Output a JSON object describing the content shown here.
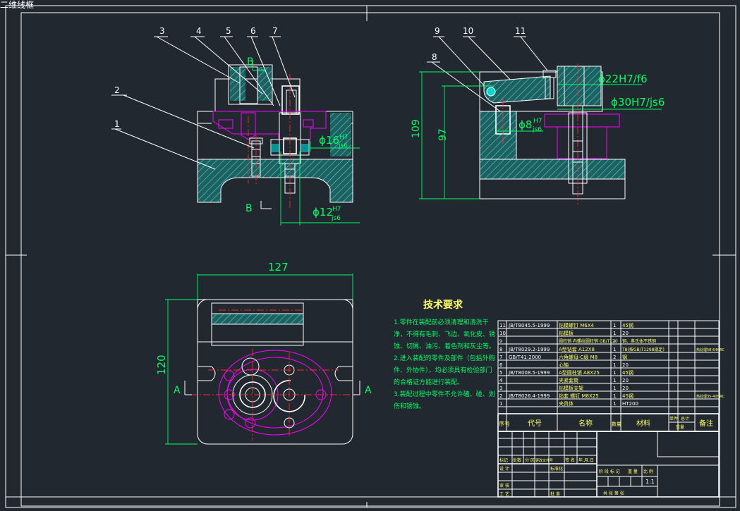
{
  "viewport_label": "二维线框",
  "part_numbers": [
    "1",
    "2",
    "3",
    "4",
    "5",
    "6",
    "7",
    "8",
    "9",
    "10",
    "11"
  ],
  "section_labels": {
    "b_top": "B",
    "b_bottom": "B",
    "a_left": "A",
    "a_right": "A"
  },
  "dimensions": {
    "front_d16": "ϕ16",
    "front_d16_tol_top": "H7",
    "front_d16_tol_bottom": "js6",
    "front_d12": "ϕ12",
    "front_d12_tol_top": "H7",
    "front_d12_tol_bottom": "js6",
    "side_d22": "ϕ22H7/f6",
    "side_d30": "ϕ30H7/js6",
    "side_d8": "ϕ8",
    "side_d8_tol_top": "H7",
    "side_d8_tol_bottom": "js6",
    "side_h109": "109",
    "side_h97": "97",
    "plan_w127": "127",
    "plan_h120": "120"
  },
  "tech_requirements": {
    "title": "技术要求",
    "lines": [
      "1.零件在装配前必须清理和清洗干",
      "净，不得有毛刺、飞边、氧化皮、锈",
      "蚀、切屑、油污、着色剂和灰尘等。",
      "2.进入装配的零件及部件（包括外购",
      "件、外协件），均必须具有检验部门",
      "的合格证方能进行装配。",
      "3.装配过程中零件不允许磕、碰、划",
      "伤和锈蚀。"
    ]
  },
  "bom": {
    "rows": [
      {
        "no": "11",
        "code": "JB/T8045.5-1999",
        "name": "钻模螺钉 M6X4",
        "qty": "1",
        "mat": "45钢",
        "note": ""
      },
      {
        "no": "10",
        "code": "",
        "name": "钻模板",
        "qty": "1",
        "mat": "20",
        "note": ""
      },
      {
        "no": "9",
        "code": "",
        "name": "圆柱销 内螺纹圆柱销 GB/T120",
        "qty": "1",
        "mat": "钢、奥氏体不锈钢",
        "note": ""
      },
      {
        "no": "8",
        "code": "JB/T8029.2-1999",
        "name": "A型钻套 A12X8",
        "qty": "1",
        "mat": "T8(按GB/T1298规定)",
        "note": "热处理58-64HRC"
      },
      {
        "no": "7",
        "code": "GB/T41-2000",
        "name": "六角螺母-C级 M8",
        "qty": "2",
        "mat": "钢",
        "note": ""
      },
      {
        "no": "6",
        "code": "",
        "name": "心轴",
        "qty": "1",
        "mat": "20",
        "note": ""
      },
      {
        "no": "5",
        "code": "JB/T8008.5-1999",
        "name": "A型圆柱销 A8X25",
        "qty": "1",
        "mat": "45钢",
        "note": ""
      },
      {
        "no": "4",
        "code": "",
        "name": "夹紧套筒",
        "qty": "1",
        "mat": "20",
        "note": ""
      },
      {
        "no": "3",
        "code": "",
        "name": "钻模板支架",
        "qty": "1",
        "mat": "20",
        "note": ""
      },
      {
        "no": "2",
        "code": "JB/T8026.4-1999",
        "name": "钻套 螺钉 M8X25",
        "qty": "1",
        "mat": "45钢",
        "note": "热处理35-40HRC"
      },
      {
        "no": "1",
        "code": "",
        "name": "夹具体",
        "qty": "1",
        "mat": "HT200",
        "note": ""
      }
    ],
    "header": {
      "no": "序号",
      "code": "代号",
      "name": "名称",
      "qty": "数量",
      "mat": "材料",
      "single": "单件",
      "total": "总计",
      "weight": "重量",
      "note": "备注"
    }
  },
  "title_block": {
    "row_labels": [
      "标记",
      "处数",
      "分 区",
      "更改文件号",
      "签 名",
      "年.月.日"
    ],
    "design": "设 计",
    "standardize": "标准化",
    "stage": "阶 段 标 记",
    "weight": "重 量",
    "scale_label": "比 例",
    "scale": "1:1",
    "review": "审 核",
    "process": "工 艺",
    "approve": "批 准",
    "sheets": "共  张  第  张"
  }
}
